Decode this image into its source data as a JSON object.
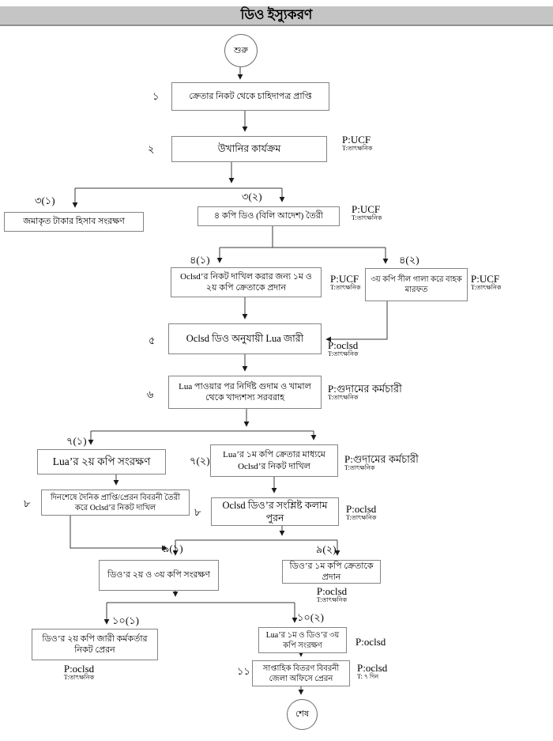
{
  "title": "ডিও ইস্যুকরণ",
  "terminators": {
    "start": "শুরু",
    "end": "শেষ"
  },
  "colors": {
    "title_bar_bg": "#c5c5c5",
    "box_border": "#848484",
    "line": "#3a3a3a"
  },
  "steps": {
    "s1": {
      "num": "১",
      "text": "ক্রেতার নিকট থেকে চাহিদাপত্র প্রাপ্তি"
    },
    "s2": {
      "num": "২",
      "text": "উখানির কার্যক্রম",
      "p": "P:UCF",
      "t": "T:তাৎক্ষনিক"
    },
    "s3a": {
      "num": "৩(১)",
      "text": "জমাকৃত টাকার হিসাব সংরক্ষণ"
    },
    "s3b": {
      "num": "৩(২)",
      "text": "৪ কপি ডিও (বিলি আদেশ) তৈরী",
      "p": "P:UCF",
      "t": "T:তাৎক্ষনিক"
    },
    "s4a": {
      "num": "৪(১)",
      "text": "Oclsd’র নিকট দাখিল করার জন্য ১ম ও ২য় কপি ক্রেতাকে প্রদান",
      "p": "P:UCF",
      "t": "T:তাৎক্ষনিক"
    },
    "s4b": {
      "num": "৪(২)",
      "text": "৩য় কপি সীল গালা করে বাহক মারফত",
      "p": "P:UCF",
      "t": "T:তাৎক্ষনিক"
    },
    "s5": {
      "num": "৫",
      "text": "Oclsd ডিও অনুযায়ী Lua জারী",
      "p": "P:oclsd",
      "t": "T:তাৎক্ষনিক"
    },
    "s6": {
      "num": "৬",
      "text": "Lua পাওয়ার পর নির্দিষ্ট গুদাম ও খামাল থেকে খাদ্যশস্য সরবরাহ",
      "p": "P:গুদামের কর্মচারী",
      "t": "T:তাৎক্ষনিক"
    },
    "s7a": {
      "num": "৭(১)",
      "text": "Lua’র ২য় কপি সংরক্ষণ"
    },
    "s7b": {
      "num": "৭(২)",
      "text": "Lua’র ১ম কপি ক্রেতার মাধ্যমে Oclsd’র নিকট দাখিল",
      "p": "P:গুদামের কর্মচারী",
      "t": "T:তাৎক্ষনিক"
    },
    "s8a": {
      "num": "৮",
      "text": "দিনশেষে দৈনিক প্রাপ্তি/প্রেরন বিবরনী তৈরী করে Oclsd’র নিকট দাখিল"
    },
    "s8b": {
      "num": "৮",
      "text": "Oclsd ডিও’র সংশ্লিষ্ট কলাম পুরন",
      "p": "P:oclsd",
      "t": "T:তাৎক্ষনিক"
    },
    "s9a": {
      "num": "৯(১)",
      "text": "ডিও’র ২য় ও ৩য় কপি সংরক্ষণ"
    },
    "s9b": {
      "num": "৯(২)",
      "text": "ডিও’র ১ম কপি ক্রেতাকে প্রদান",
      "p": "P:oclsd",
      "t": "T:তাৎক্ষনিক"
    },
    "s10a": {
      "num": "১০(১)",
      "text": "ডিও’র ২য় কপি জারী কর্মকর্তার নিকট প্রেরন",
      "p": "P:oclsd",
      "t": "T:তাৎক্ষনিক"
    },
    "s10b": {
      "num": "১০(২)",
      "text": "Lua’র ১ম ও ডিও’র ৩য় কপি সংরক্ষণ",
      "p": "P:oclsd"
    },
    "s11": {
      "num": "১১",
      "text": "সাপ্তাহিক বিতরণ বিবরনী জেলা অফিসে প্রেরন",
      "p": "P:oclsd",
      "t": "T: ৭ দিন"
    }
  }
}
